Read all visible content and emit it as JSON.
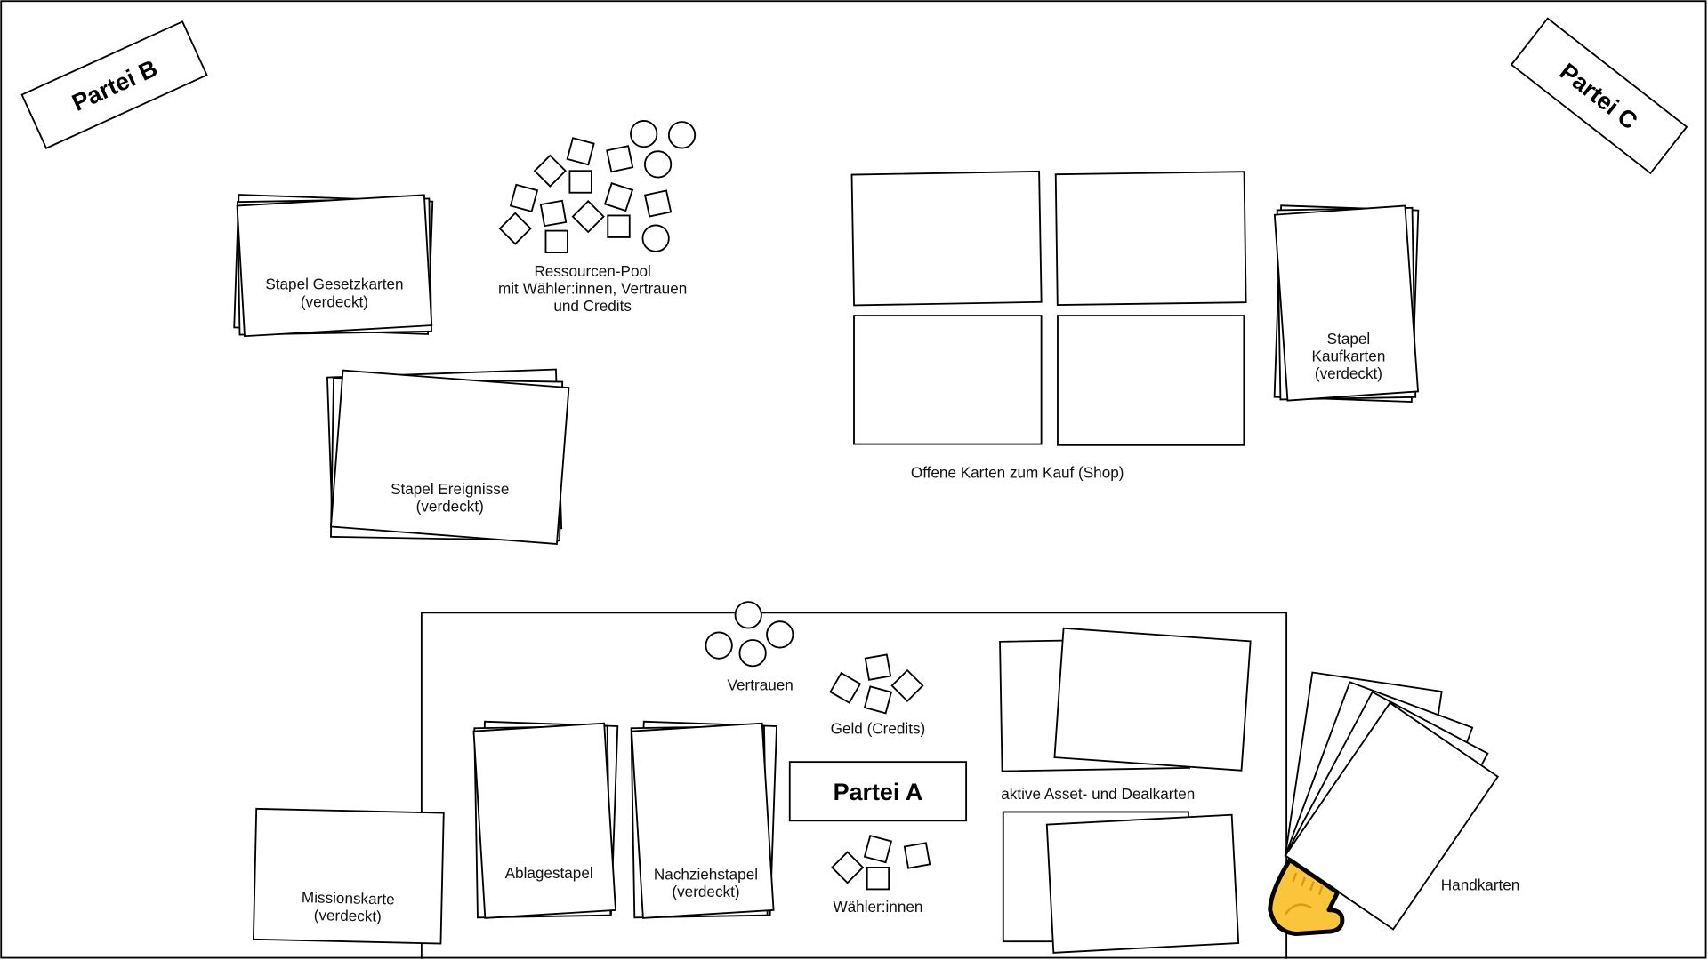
{
  "players": {
    "b": "Partei B",
    "c": "Partei C",
    "a": "Partei A"
  },
  "decks": {
    "laws": [
      "Stapel Gesetzkarten",
      "(verdeckt)"
    ],
    "events": [
      "Stapel Ereignisse",
      "(verdeckt)"
    ],
    "buy": [
      "Stapel",
      "Kaufkarten",
      "(verdeckt)"
    ]
  },
  "pool": [
    "Ressourcen-Pool",
    "mit Wähler:innen, Vertrauen",
    "und Credits"
  ],
  "shop_label": "Offene Karten zum Kauf (Shop)",
  "player_area": {
    "trust": "Vertrauen",
    "money": "Geld (Credits)",
    "voters": "Wähler:innen",
    "mission": [
      "Missionskarte",
      "(verdeckt)"
    ],
    "discard": "Ablagestapel",
    "draw": [
      "Nachziehstapel",
      "(verdeckt)"
    ],
    "active": "aktive Asset- und Dealkarten",
    "hand": "Handkarten"
  },
  "colors": {
    "hand_icon": "#FBC53B"
  }
}
